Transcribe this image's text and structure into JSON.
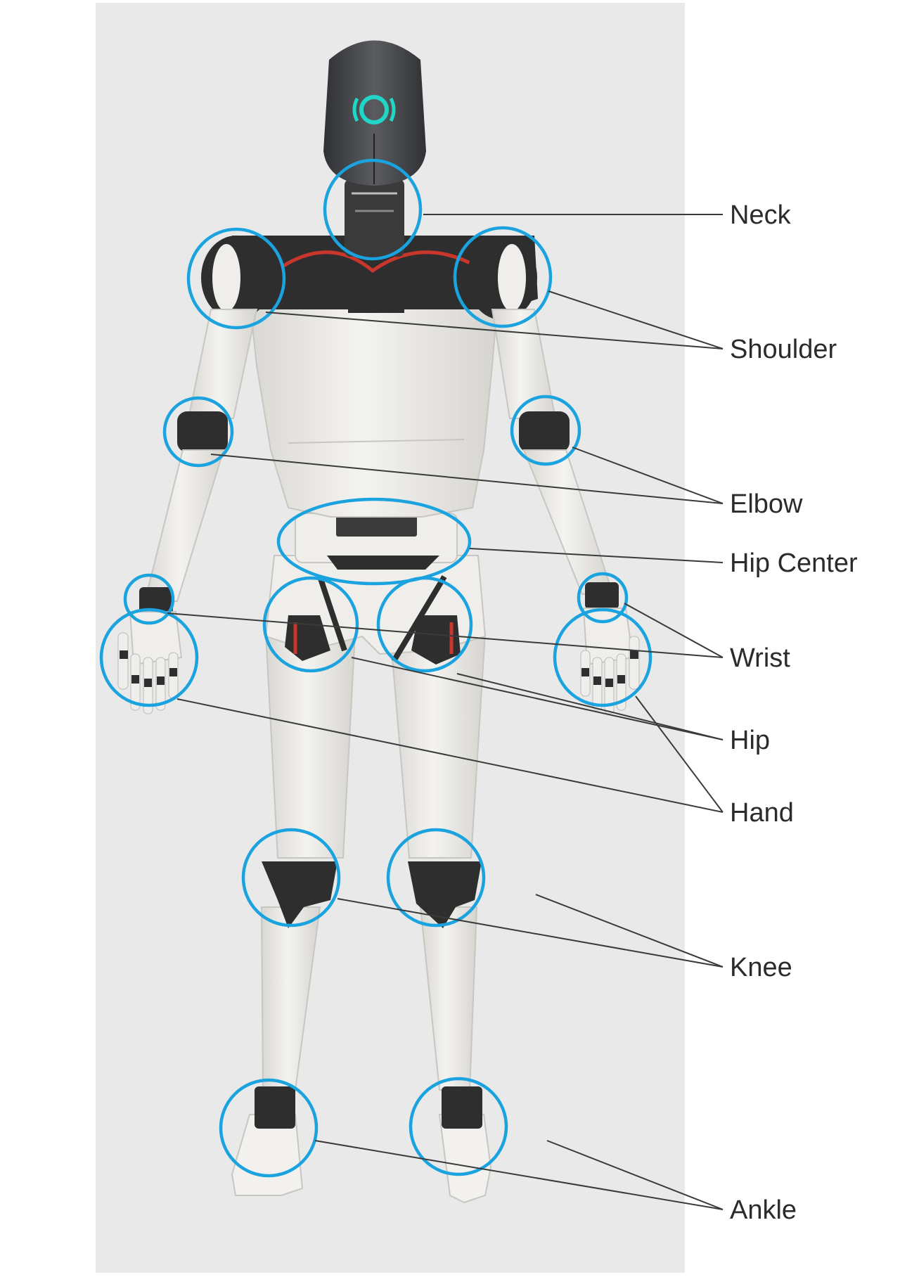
{
  "colors": {
    "panel_bg": "#e9e9e9",
    "joint_ring": "#1aa3de",
    "leader_line": "#3a3a3a",
    "label_text": "#2b2b2b",
    "body_white": "#f0efec",
    "actuator_dark": "#2e2e2e",
    "helmet": "#4a4c4f",
    "helmet_light": "#20d6c7",
    "cable_red": "#c9372c"
  },
  "labels": {
    "neck": "Neck",
    "shoulder": "Shoulder",
    "elbow": "Elbow",
    "hip_center": "Hip Center",
    "wrist": "Wrist",
    "hip": "Hip",
    "hand": "Hand",
    "knee": "Knee",
    "ankle": "Ankle"
  },
  "icons": {
    "head_emblem": "ring-emblem-icon"
  }
}
